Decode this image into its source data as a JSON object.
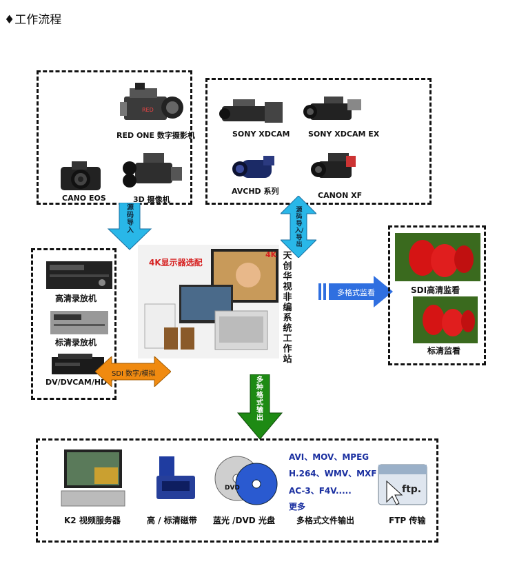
{
  "header": {
    "title": "♦工作流程"
  },
  "sources": {
    "cinema": [
      "RED ONE 数字摄影机",
      "CANO EOS",
      "3D 摄像机"
    ],
    "pro": [
      "SONY XDCAM",
      "SONY XDCAM EX",
      "AVCHD 系列",
      "CANON XF"
    ]
  },
  "decks": [
    "高清录放机",
    "标清录放机",
    "DV/DVCAM/HDV"
  ],
  "monitors": [
    "SDI高清监看",
    "标清监看"
  ],
  "center": {
    "badge": "4K显示器选配",
    "badge2": "4K",
    "vertical_title": "天创华视非编系统工作站"
  },
  "arrows": {
    "import": "源码导入",
    "io": "源码导入/导出",
    "monitor": "多格式监看",
    "sdi": "SDI 数字/模拟",
    "output": "多种格式输出"
  },
  "outputs": {
    "items": [
      "K2 视频服务器",
      "高 / 标清磁带",
      "蓝光 /DVD 光盘",
      "多格式文件输出",
      "FTP 传输"
    ],
    "formats": [
      "AVI、MOV、MPEG",
      "H.264、WMV、MXF",
      "AC-3、F4V.....",
      "更多"
    ],
    "ftp_logo": "ftp.",
    "dvd_logo": "DVD"
  },
  "colors": {
    "dash": "#111111",
    "arrow_cyan": "#29b7e8",
    "arrow_blue": "#2f6fe0",
    "arrow_orange": "#f08a10",
    "arrow_green": "#1e8a14",
    "format_text": "#1a2fa0"
  }
}
